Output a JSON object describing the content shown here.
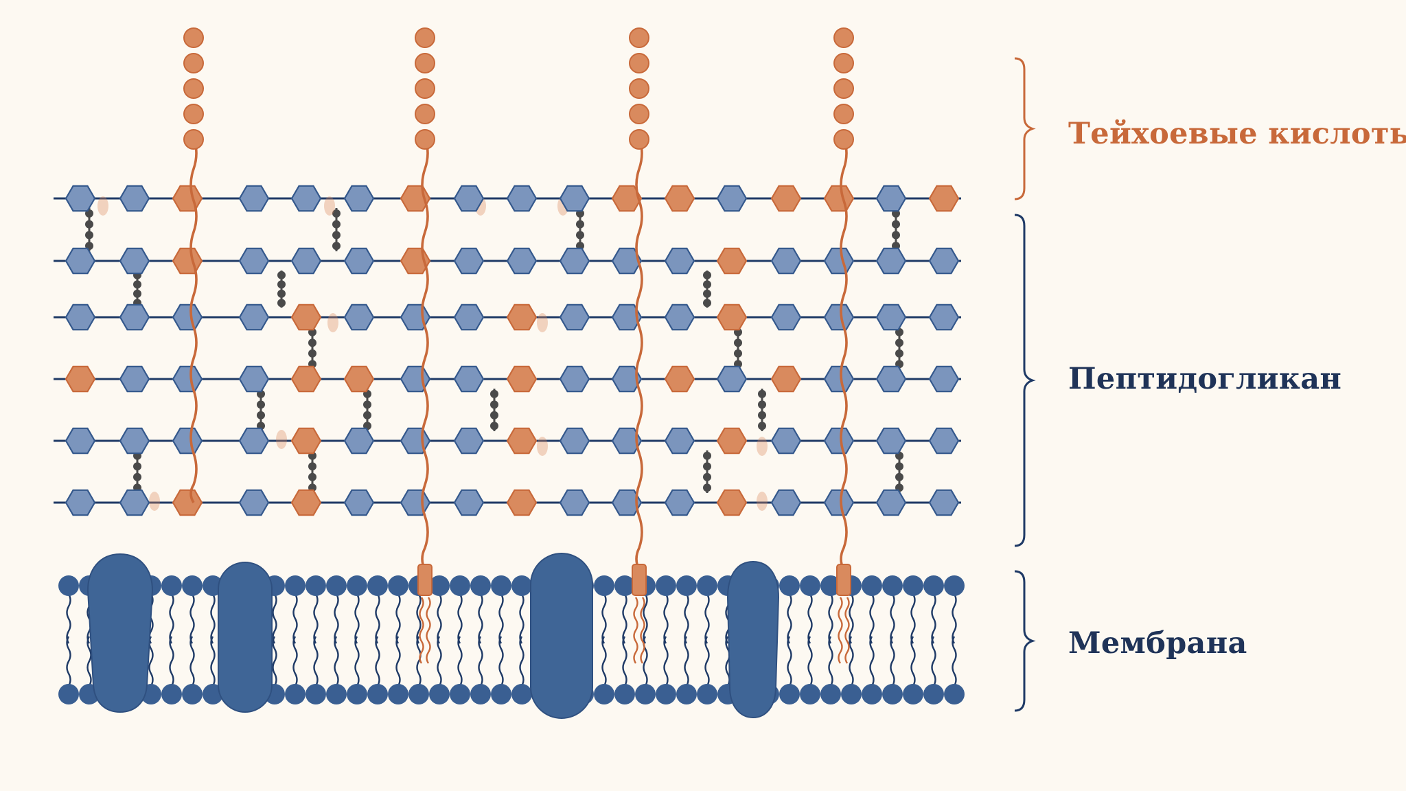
{
  "labels": {
    "teichoic": "Тейхоевые кислоты",
    "peptidoglycan": "Пептидогликан",
    "membrane": "Мембрана"
  },
  "colors": {
    "background": "#fdf9f2",
    "glycan_blue": "#7b95bd",
    "glycan_stroke": "#34588c",
    "strand_line": "#1f3a66",
    "teichoic_orange": "#c8693a",
    "teichoic_fill": "#d98a5e",
    "crosslink": "#4a4a4a",
    "membrane_head": "#3a5f92",
    "protein": "#3f6596",
    "label_dark": "#1f3358"
  },
  "icons": [
    "hexagon-sugar-icon",
    "bracket-icon",
    "phospholipid-icon",
    "membrane-protein-icon"
  ]
}
